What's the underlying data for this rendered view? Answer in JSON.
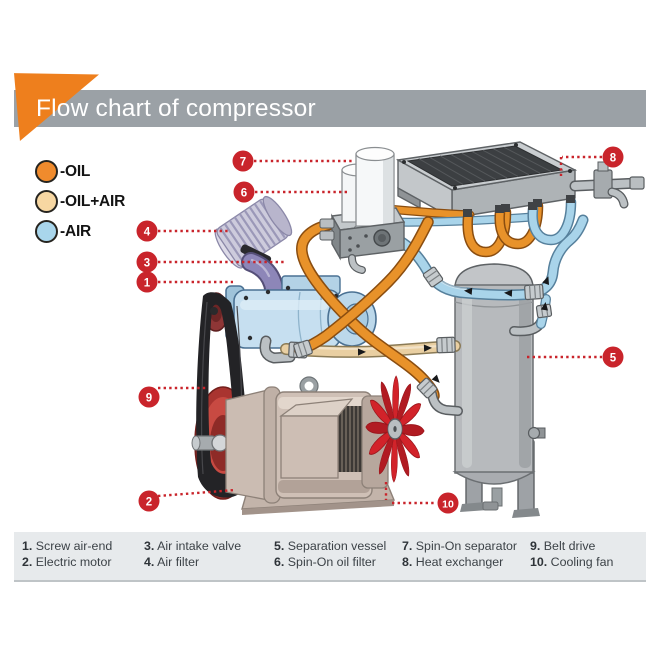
{
  "header": {
    "title": "Flow chart of compressor"
  },
  "colors": {
    "flag": "#ee7f1d",
    "banner": "#9ba1a6",
    "strip_bg": "#e7eaec",
    "callout_red": "#c9242b",
    "oil_dot": "#f08b2d",
    "oil_air_dot": "#f7d7a2",
    "air_dot": "#a9d6ec",
    "oil_pipe": "#e8922a",
    "oil_air_pipe": "#e9cfa2",
    "air_pipe": "#a9d4ea"
  },
  "flow_legend": {
    "items": [
      {
        "label": "-OIL",
        "swatch": "oil_dot"
      },
      {
        "label": "-OIL+AIR",
        "swatch": "oil_air_dot"
      },
      {
        "label": "-AIR",
        "swatch": "air_dot"
      }
    ]
  },
  "parts": [
    {
      "num": "1",
      "label": "Screw air-end"
    },
    {
      "num": "2",
      "label": "Electric motor"
    },
    {
      "num": "3",
      "label": "Air intake valve"
    },
    {
      "num": "4",
      "label": "Air filter"
    },
    {
      "num": "5",
      "label": "Separation vessel"
    },
    {
      "num": "6",
      "label": "Spin-On oil filter"
    },
    {
      "num": "7",
      "label": "Spin-On separator"
    },
    {
      "num": "8",
      "label": "Heat exchanger"
    },
    {
      "num": "9",
      "label": "Belt drive"
    },
    {
      "num": "10",
      "label": "Cooling fan"
    }
  ]
}
